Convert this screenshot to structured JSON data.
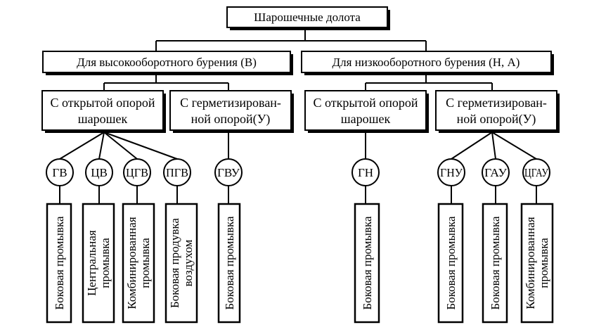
{
  "root": {
    "label": "Шарошечные долота"
  },
  "groups": [
    {
      "label": "Для высокооборотного бурения (В)",
      "types": [
        {
          "line1": "С открытой опорой",
          "line2": "шарошек",
          "bits": [
            {
              "code": "ГВ",
              "line1": "Боковая промывка",
              "line2": ""
            },
            {
              "code": "ЦВ",
              "line1": "Центральная",
              "line2": "промывка"
            },
            {
              "code": "ЦГВ",
              "line1": "Комбинированная",
              "line2": "промывка"
            },
            {
              "code": "ПГВ",
              "line1": "Боковая продувка",
              "line2": "воздухом"
            }
          ]
        },
        {
          "line1": "С герметизирован-",
          "line2": "ной опорой(У)",
          "bits": [
            {
              "code": "ГВУ",
              "line1": "Боковая промывка",
              "line2": ""
            }
          ]
        }
      ]
    },
    {
      "label": "Для низкооборотного бурения (Н, А)",
      "types": [
        {
          "line1": "С открытой опорой",
          "line2": "шарошек",
          "bits": [
            {
              "code": "ГН",
              "line1": "Боковая промывка",
              "line2": ""
            }
          ]
        },
        {
          "line1": "С герметизирован-",
          "line2": "ной опорой(У)",
          "bits": [
            {
              "code": "ГНУ",
              "line1": "Боковая промывка",
              "line2": ""
            },
            {
              "code": "ГАУ",
              "line1": "Боковая промывка",
              "line2": ""
            },
            {
              "code": "ЦГАУ",
              "line1": "Комбинированная",
              "line2": "промывка"
            }
          ]
        }
      ]
    }
  ]
}
